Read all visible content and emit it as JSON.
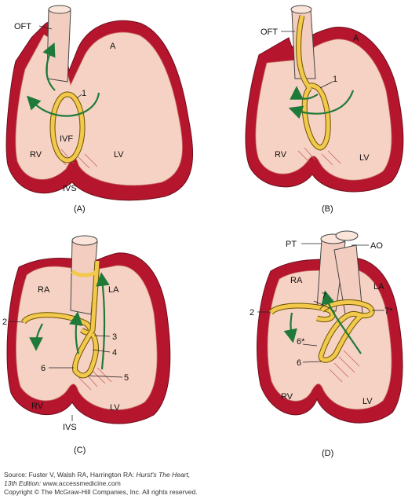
{
  "panels": [
    {
      "caption": "(A)",
      "labels": {
        "oft": "OFT",
        "a": "A",
        "n1": "1",
        "ivf": "IVF",
        "rv": "RV",
        "lv": "LV",
        "ivs": "IVS"
      }
    },
    {
      "caption": "(B)",
      "labels": {
        "oft": "OFT",
        "a": "A",
        "n1": "1",
        "rv": "RV",
        "lv": "LV"
      }
    },
    {
      "caption": "(C)",
      "labels": {
        "ra": "RA",
        "la": "LA",
        "n2": "2",
        "n3": "3",
        "n4": "4",
        "n5": "5",
        "n6": "6",
        "rv": "RV",
        "lv": "LV",
        "ivs": "IVS"
      }
    },
    {
      "caption": "(D)",
      "labels": {
        "pt": "PT",
        "ao": "AO",
        "ra": "RA",
        "la": "LA",
        "n2": "2",
        "n7": "7",
        "n7s": "7*",
        "n6s": "6*",
        "n6": "6",
        "rv": "RV",
        "lv": "LV"
      }
    }
  ],
  "source": {
    "line1_prefix": "Source: Fuster V, Walsh RA, Harrington RA: ",
    "line1_title": "Hurst's The Heart,",
    "line2_edition": "13th Edition:",
    "line2_url": " www.accessmedicine.com",
    "line3": "Copyright © The McGraw-Hill Companies, Inc. All rights reserved."
  },
  "colors": {
    "wall": "#b5162e",
    "cavity": "#f6d2c4",
    "ring": "#f2c94c",
    "arrow": "#1f7a3a"
  }
}
